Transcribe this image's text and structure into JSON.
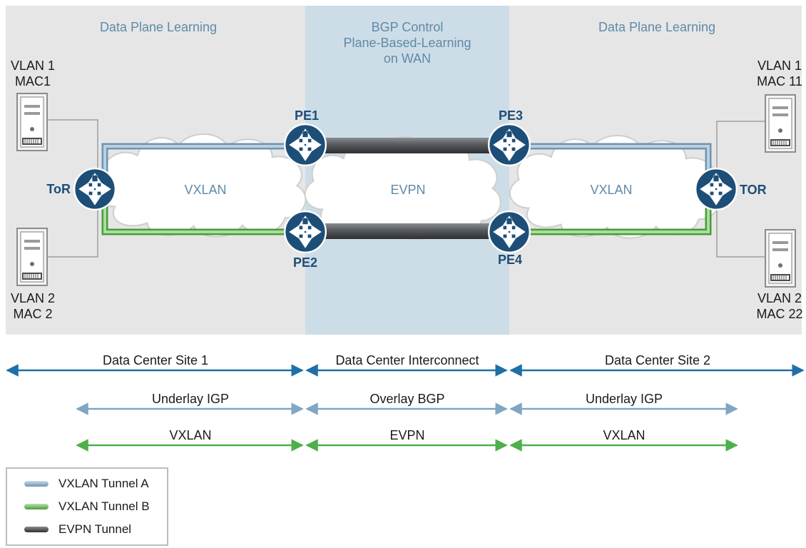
{
  "regions": {
    "left_title": "Data Plane Learning",
    "center_title_lines": [
      "BGP Control",
      "Plane-Based-Learning",
      "on WAN"
    ],
    "right_title": "Data Plane Learning"
  },
  "servers": {
    "top_left": [
      "VLAN 1",
      "MAC1"
    ],
    "bottom_left": [
      "VLAN 2",
      "MAC 2"
    ],
    "top_right": [
      "VLAN 1",
      "MAC 11"
    ],
    "bottom_right": [
      "VLAN 2",
      "MAC 22"
    ]
  },
  "routers": {
    "tor_left": "ToR",
    "tor_right": "TOR",
    "pe1": "PE1",
    "pe2": "PE2",
    "pe3": "PE3",
    "pe4": "PE4"
  },
  "clouds": {
    "left": "VXLAN",
    "center": "EVPN",
    "right": "VXLAN"
  },
  "spans": {
    "row1": [
      "Data Center Site 1",
      "Data Center Interconnect",
      "Data Center Site 2"
    ],
    "row2": [
      "Underlay IGP",
      "Overlay BGP",
      "Underlay IGP"
    ],
    "row3": [
      "VXLAN",
      "EVPN",
      "VXLAN"
    ]
  },
  "legend": [
    {
      "label": "VXLAN Tunnel A",
      "color": "#8fb3cc"
    },
    {
      "label": "VXLAN Tunnel B",
      "color": "#6cbf5a"
    },
    {
      "label": "EVPN Tunnel",
      "color": "#4f5256"
    }
  ],
  "colors": {
    "region_bg": "#e6e6e7",
    "wan_bg": "#cddde7",
    "router": "#1d4e77",
    "arrow_blue": "#1f6fa8",
    "arrow_lightblue": "#7fa7c1",
    "arrow_green": "#4db04a",
    "title_text": "#5f8aa8"
  }
}
